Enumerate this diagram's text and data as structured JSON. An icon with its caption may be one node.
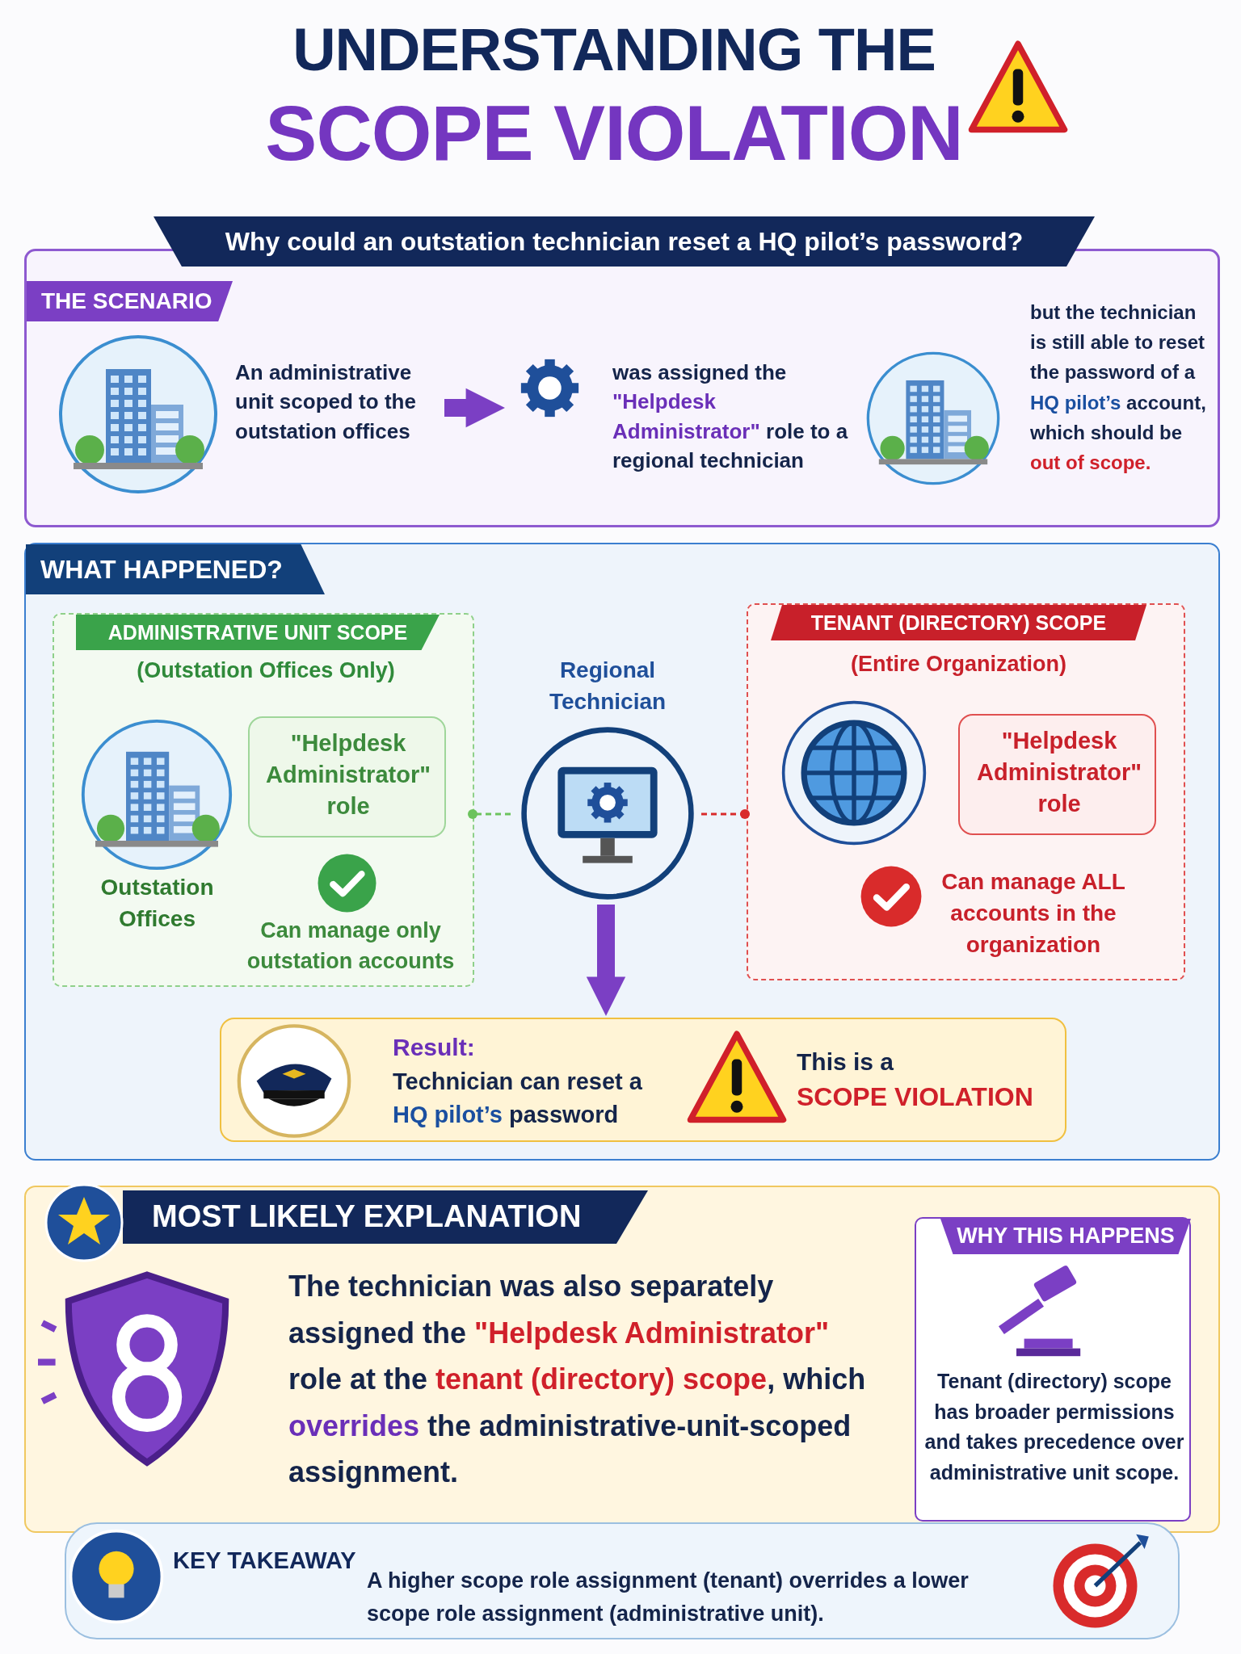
{
  "diagram": {
    "title": "UNDERSTANDING THE **SCOPE VIOLATION**",
    "nodes": [
      {
        "text": [
          "THE SCENARIO"
        ]
      },
      {
        "text": [
          "An administrative unit scoped to the outstation offices"
        ],
        "in": 0
      },
      {
        "text": [
          "was assigned the **\"Helpdesk Administrator\"** role to a regional technician"
        ],
        "in": 0
      },
      {
        "text": [
          "but the technician is still able to reset the password of a **HQ pilot’s** account, which should be **out of scope.**"
        ],
        "in": 0
      },
      {
        "text": [
          "WHAT HAPPENED?"
        ]
      },
      {
        "text": [
          "ADMINISTRATIVE UNIT SCOPE",
          "(Outstation Offices Only)"
        ],
        "in": 4
      },
      {
        "text": [
          "Outstation Offices"
        ],
        "in": 5
      },
      {
        "text": [
          "\"Helpdesk Administrator\" role"
        ],
        "in": 5
      },
      {
        "text": [
          "Can manage only outstation accounts"
        ],
        "in": 5
      },
      {
        "text": [
          "Regional Technician"
        ],
        "in": 4
      },
      {
        "text": [
          "TENANT (DIRECTORY) SCOPE",
          "(Entire Organization)"
        ],
        "in": 4
      },
      {
        "text": [
          "\"Helpdesk Administrator\" role"
        ],
        "in": 10
      },
      {
        "text": [
          "Can manage ALL accounts in the organization"
        ],
        "in": 10
      },
      {
        "text": [
          "Result:",
          "Technician can reset a **HQ pilot’s** password",
          "This is a **SCOPE VIOLATION**"
        ],
        "in": 4
      },
      {
        "text": [
          "MOST LIKELY EXPLANATION",
          "The technician was also separately assigned the **\"Helpdesk Administrator\"** role at the **tenant (directory) scope**, which **overrides** the administrative-unit-scoped assignment."
        ]
      },
      {
        "text": [
          "WHY THIS HAPPENS",
          "Tenant (directory) scope has broader permissions and takes precedence over administrative unit scope."
        ],
        "in": 14
      },
      {
        "text": [
          "KEY TAKEAWAY",
          "A higher scope role assignment (tenant) overrides a lower scope role assignment (administrative unit)."
        ]
      }
    ],
    "edges": [
      {
        "from": 1,
        "to": 2,
        "arrow": "to",
        "style": "thick"
      },
      {
        "from": 9,
        "to": 5,
        "arrow": "other",
        "style": "dashed",
        "color": "#6cc35e"
      },
      {
        "from": 9,
        "to": 10,
        "arrow": "other",
        "style": "dashed",
        "color": "#d92b2b"
      },
      {
        "from": 9,
        "to": 13,
        "arrow": "to",
        "style": "thick"
      }
    ],
    "labels": [
      "Why could an outstation technician reset a HQ pilot’s password?"
    ]
  }
}
